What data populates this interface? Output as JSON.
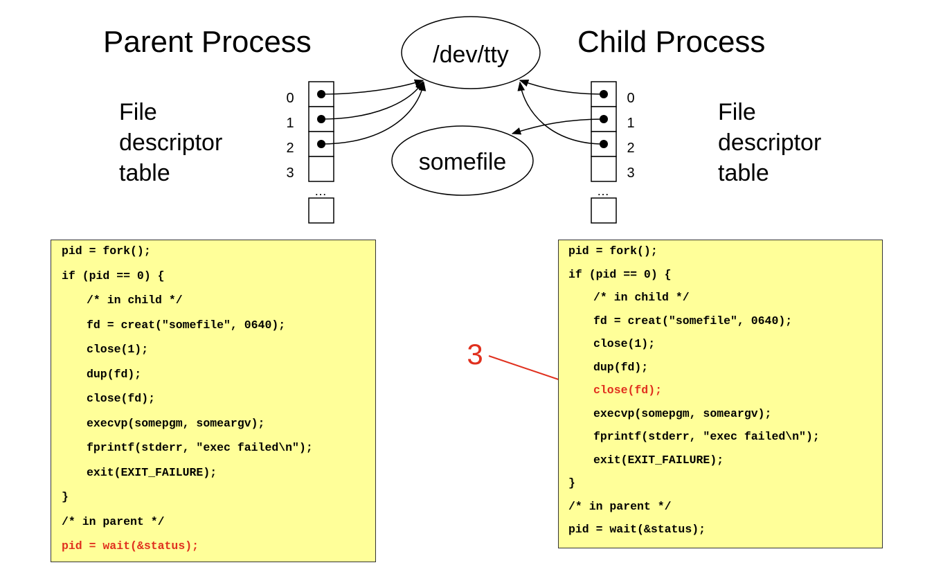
{
  "parent": {
    "title": "Parent Process",
    "fd_label": [
      "File",
      "descriptor",
      "table"
    ],
    "indices": [
      "0",
      "1",
      "2",
      "3"
    ],
    "ellipsis": "…",
    "code": [
      {
        "text": "pid = fork();",
        "indent": 0,
        "highlight": false
      },
      {
        "text": "if (pid == 0) {",
        "indent": 0,
        "highlight": false
      },
      {
        "text": "/* in child */",
        "indent": 1,
        "highlight": false
      },
      {
        "text": "fd = creat(\"somefile\", 0640);",
        "indent": 1,
        "highlight": false
      },
      {
        "text": "close(1);",
        "indent": 1,
        "highlight": false
      },
      {
        "text": "dup(fd);",
        "indent": 1,
        "highlight": false
      },
      {
        "text": "close(fd);",
        "indent": 1,
        "highlight": false
      },
      {
        "text": "execvp(somepgm, someargv);",
        "indent": 1,
        "highlight": false
      },
      {
        "text": "fprintf(stderr, \"exec failed\\n\");",
        "indent": 1,
        "highlight": false
      },
      {
        "text": "exit(EXIT_FAILURE);",
        "indent": 1,
        "highlight": false
      },
      {
        "text": "}",
        "indent": 0,
        "highlight": false
      },
      {
        "text": "/* in parent */",
        "indent": 0,
        "highlight": false
      },
      {
        "text": "pid = wait(&status);",
        "indent": 0,
        "highlight": true
      }
    ]
  },
  "child": {
    "title": "Child Process",
    "fd_label": [
      "File",
      "descriptor",
      "table"
    ],
    "indices": [
      "0",
      "1",
      "2",
      "3"
    ],
    "ellipsis": "…",
    "code": [
      {
        "text": "pid = fork();",
        "indent": 0,
        "highlight": false
      },
      {
        "text": "if (pid == 0) {",
        "indent": 0,
        "highlight": false
      },
      {
        "text": "/* in child */",
        "indent": 1,
        "highlight": false
      },
      {
        "text": "fd = creat(\"somefile\", 0640);",
        "indent": 1,
        "highlight": false
      },
      {
        "text": "close(1);",
        "indent": 1,
        "highlight": false
      },
      {
        "text": "dup(fd);",
        "indent": 1,
        "highlight": false
      },
      {
        "text": "close(fd);",
        "indent": 1,
        "highlight": true
      },
      {
        "text": "execvp(somepgm, someargv);",
        "indent": 1,
        "highlight": false
      },
      {
        "text": "fprintf(stderr, \"exec failed\\n\");",
        "indent": 1,
        "highlight": false
      },
      {
        "text": "exit(EXIT_FAILURE);",
        "indent": 1,
        "highlight": false
      },
      {
        "text": "}",
        "indent": 0,
        "highlight": false
      },
      {
        "text": "/* in parent */",
        "indent": 0,
        "highlight": false
      },
      {
        "text": "pid = wait(&status);",
        "indent": 0,
        "highlight": false
      }
    ]
  },
  "files": {
    "tty": "/dev/tty",
    "somefile": "somefile"
  },
  "step_marker": "3",
  "colors": {
    "highlight": "#e0301e",
    "code_bg": "#ffff99"
  }
}
